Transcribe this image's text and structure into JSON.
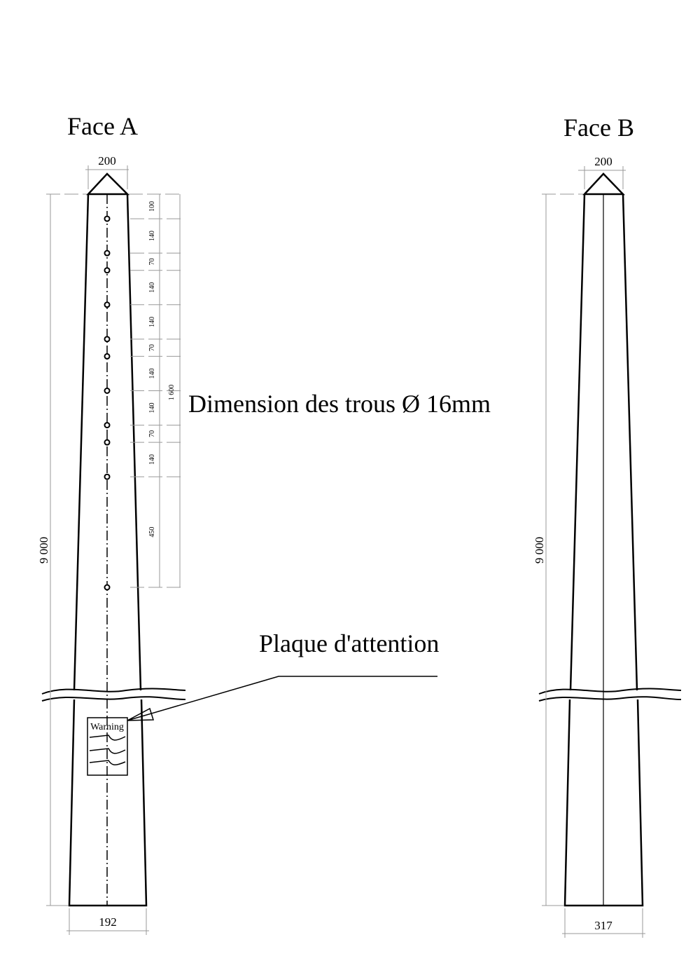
{
  "faces": {
    "a": {
      "title": "Face A",
      "top_width": "200",
      "bottom_width": "192",
      "height": "9 000"
    },
    "b": {
      "title": "Face B",
      "top_width": "200",
      "bottom_width": "317",
      "height": "9 000"
    }
  },
  "hole_spacing": [
    "100",
    "140",
    "70",
    "140",
    "140",
    "70",
    "140",
    "140",
    "70",
    "140",
    "450"
  ],
  "hole_total": "1 600",
  "hole_note": "Dimension des trous Ø 16mm",
  "plate_note": "Plaque d'attention",
  "plate_text": "Warning"
}
